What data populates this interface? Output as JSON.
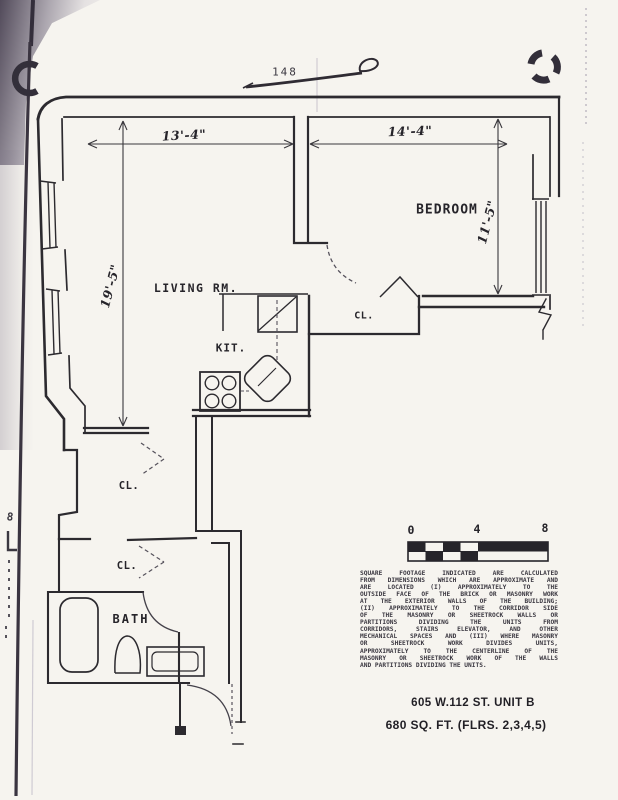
{
  "page": {
    "number": "148",
    "margin_note": "8"
  },
  "colors": {
    "paper": "#f6f4ef",
    "ink": "#2c2a2f",
    "scan_shadow": "#4a4452"
  },
  "plan": {
    "rooms": {
      "living": {
        "label": "LIVING RM.",
        "width": "13'-4\"",
        "depth": "19'-5\""
      },
      "bedroom": {
        "label": "BEDROOM",
        "width": "14'-4\"",
        "depth": "11'-5\""
      },
      "kitchen": {
        "label": "KIT."
      },
      "bath": {
        "label": "BATH"
      },
      "closet_bedroom": {
        "label": "CL."
      },
      "closet_hall_upper": {
        "label": "CL."
      },
      "closet_hall_lower": {
        "label": "CL."
      }
    },
    "scale_bar": {
      "ticks": [
        "0",
        "4",
        "8"
      ]
    }
  },
  "disclaimer": {
    "lines": [
      "SQUARE FOOTAGE INDICATED ARE CALCULATED",
      "FROM DIMENSIONS WHICH ARE APPROXIMATE AND",
      "ARE LOCATED (I) APPROXIMATELY TO THE",
      "OUTSIDE FACE OF THE BRICK OR MASONRY WORK",
      "AT THE EXTERIOR WALLS OF THE BUILDING;",
      "(II) APPROXIMATELY TO THE CORRIDOR SIDE",
      "OF THE MASONRY OR SHEETROCK WALLS OR",
      "PARTITIONS DIVIDING THE UNITS FROM",
      "CORRIDORS, STAIRS ELEVATOR, AND OTHER",
      "MECHANICAL SPACES AND (III) WHERE MASONRY",
      "OR SHEETROCK WORK DIVIDES UNITS,",
      "APPROXIMATELY TO THE CENTERLINE OF THE",
      "MASONRY OR SHEETROCK WORK OF THE WALLS",
      "AND PARTITIONS DIVIDING THE UNITS."
    ]
  },
  "footer": {
    "address": "605 W.112 ST. UNIT B",
    "area": "680 SQ. FT. (FLRS. 2,3,4,5)"
  }
}
